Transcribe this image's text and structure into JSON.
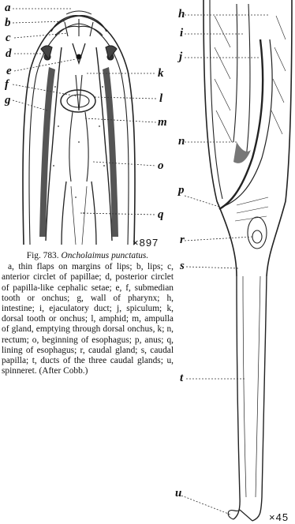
{
  "figure": {
    "number": "Fig. 783.",
    "species": "Oncholaimus punctatus.",
    "caption": "a, thin flaps on margins of lips; b, lips; c, anterior circlet of papillae; d, posterior circlet of papilla-like cephalic setae; e, f, submedian tooth or onchus; g, wall of pharynx; h, intestine; i, ejaculatory duct; j, spiculum; k, dorsal tooth or onchus; l, amphid; m, ampulla of gland, emptying through dorsal onchus, k; n, rectum; o, beginning of esophagus; p, anus; q, lining of esophagus; r, caudal gland; s, caudal papilla; t, ducts of the three caudal glands; u, spinneret. (After Cobb.)",
    "magnification_head": "×897",
    "magnification_tail": "×45",
    "head_labels": [
      "a",
      "b",
      "c",
      "d",
      "e",
      "f",
      "g"
    ],
    "head_right_labels": [
      "k",
      "l",
      "m",
      "o",
      "q"
    ],
    "tail_left_labels": [
      "h",
      "i",
      "j",
      "n",
      "p",
      "r",
      "s",
      "t",
      "u"
    ]
  }
}
